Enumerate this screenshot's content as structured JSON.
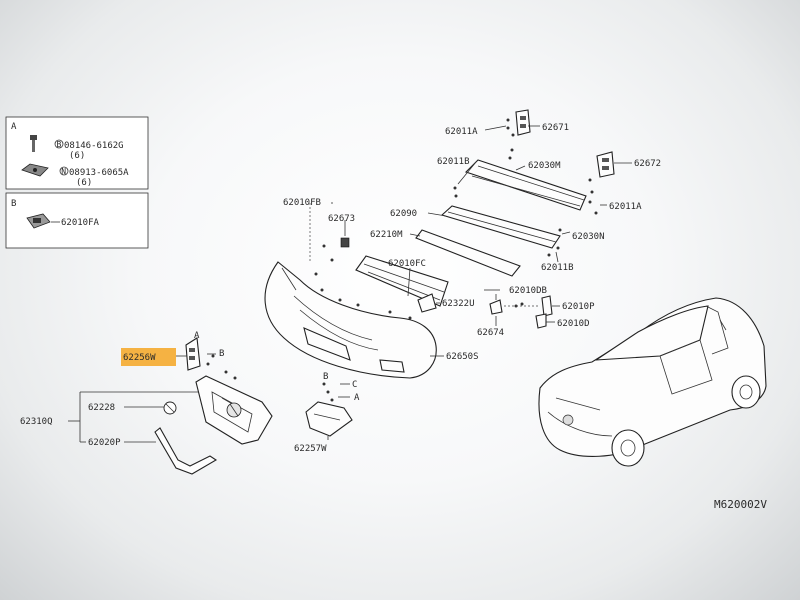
{
  "diagram_id": "M620002V",
  "legend": {
    "a": {
      "letter": "A",
      "part1": "08146-6162G",
      "qty1": "(6)",
      "part2": "08913-6065A",
      "qty2": "(6)",
      "mark1": "B",
      "mark2": "N"
    },
    "b": {
      "letter": "B",
      "part1": "62010FA"
    }
  },
  "parts": {
    "p62011A_top": "62011A",
    "p62671": "62671",
    "p62011B_top": "62011B",
    "p62030M": "62030M",
    "p62672": "62672",
    "p62011A_right": "62011A",
    "p62010FB": "62010FB",
    "p62673": "62673",
    "p62090": "62090",
    "p62210M": "62210M",
    "p62030N": "62030N",
    "p62011B_bottom": "62011B",
    "p62010FC": "62010FC",
    "p62010DB": "62010DB",
    "p62322U": "62322U",
    "p62010P": "62010P",
    "p62674": "62674",
    "p62010D": "62010D",
    "p62256W": "62256W",
    "p62650S": "62650S",
    "p62228": "62228",
    "p62310Q": "62310Q",
    "p62020P": "62020P",
    "p62257W": "62257W"
  },
  "markers": {
    "a_left": "A",
    "b_left": "B",
    "b_right": "B",
    "c_right": "C",
    "a_right": "A"
  },
  "highlight_color": "#f5a623"
}
